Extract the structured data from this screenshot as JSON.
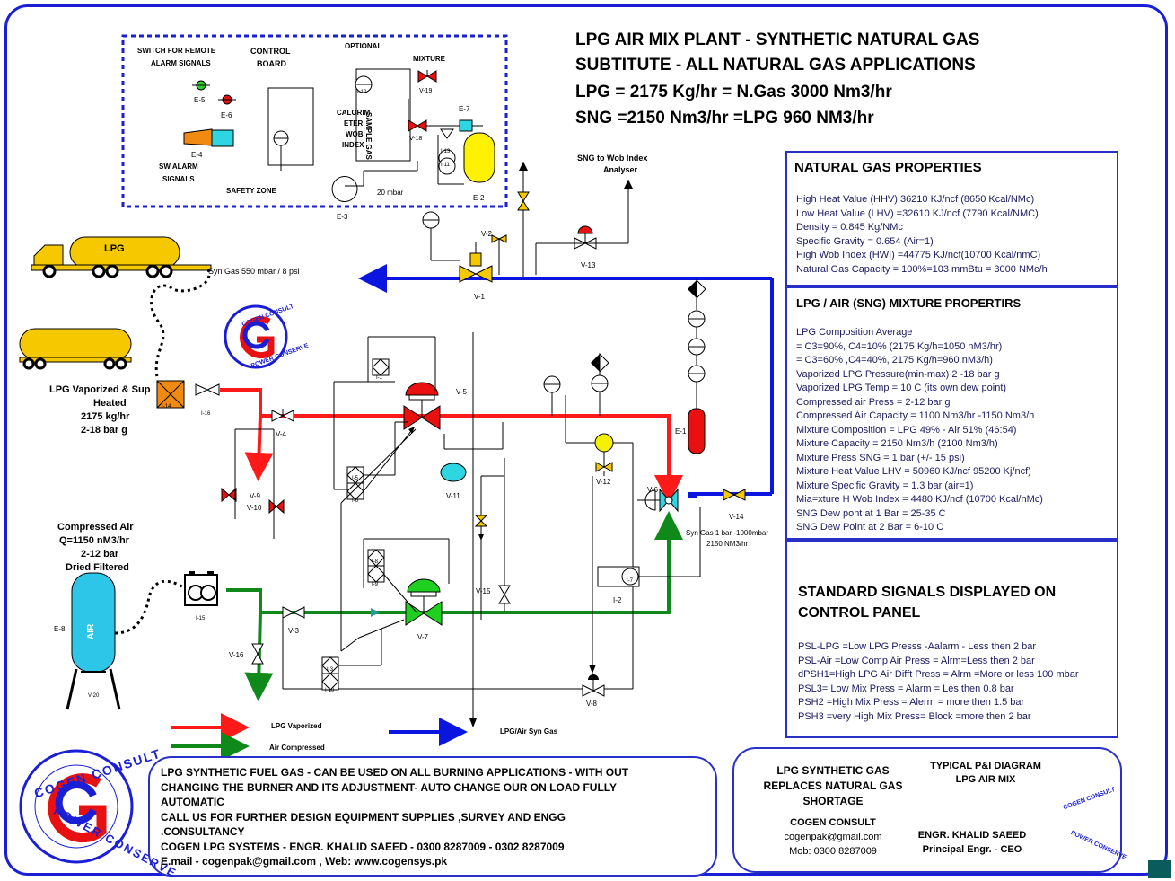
{
  "title": {
    "line1": "LPG AIR MIX PLANT - SYNTHETIC NATURAL GAS",
    "line2": "SUBTITUTE -  ALL NATURAL GAS APPLICATIONS",
    "line3": "LPG = 2175 Kg/hr =  N.Gas 3000 Nm3/hr",
    "line4": "SNG =2150 Nm3/hr =LPG 960 NM3/hr"
  },
  "control_area": {
    "switch_label_1": "SWITCH FOR REMOTE",
    "switch_label_2": "ALARM SIGNALS",
    "control_board_1": "CONTROL",
    "control_board_2": "BOARD",
    "optional": "OPTIONAL",
    "mixture": "MIXTURE",
    "calorimeter_1": "CALORIM",
    "calorimeter_2": "ETER",
    "calorimeter_3": "WOB",
    "calorimeter_4": "INDEX",
    "sample_gas": "SAMPLE GAS",
    "sw_alarm_1": "SW ALARM",
    "sw_alarm_2": "SIGNALS",
    "safety_zone": "SAFETY ZONE",
    "mbar": "20 mbar",
    "tags": [
      "E-5",
      "E-6",
      "E-4",
      "I-12",
      "V-19",
      "V-18",
      "E-7",
      "I-13",
      "I-11",
      "E-2",
      "E-3"
    ]
  },
  "natural_gas_properties": {
    "title": "NATURAL GAS PROPERTIES",
    "lines": [
      "High Heat Value (HHV) 36210 KJ/ncf (8650 Kcal/NMc)",
      "Low Heat Value (LHV) =32610 KJ/ncf (7790 Kcal/NMC)",
      "Density = 0.845 Kg/NMc",
      "Specific Gravity = 0.654 (Air=1)",
      "High Wob Index (HWI) =44775 KJ/ncf(10700 Kcal/nmC)",
      "Natural Gas Capacity = 100%=103 mmBtu = 3000 NMc/h"
    ]
  },
  "mixture_properties": {
    "title": "LPG  / AIR (SNG) MIXTURE  PROPERTIRS",
    "lines": [
      "LPG Composition Average",
      "= C3=90%, C4=10% (2175 Kg/h=1050 nM3/hr)",
      "= C3=60% ,C4=40%, 2175 Kg/h=960 nM3/h)",
      "Vaporized LPG Pressure(min-max)  2 -18 bar g",
      "Vaporized LPG Temp = 10 C (its own dew point)",
      "Compressed air Press = 2-12 bar g",
      "Compressed Air Capacity = 1100 Nm3/hr -1150 Nm3/h",
      "Mixture Composition = LPG 49% - Air 51% (46:54)",
      "Mixture Capacity = 2150 Nm3/h (2100 Nm3/h)",
      "Mixture Press SNG  = 1 bar (+/- 15 psi)",
      "Mixture Heat Value LHV = 50960 KJ/ncf 95200 Kj/ncf)",
      "Mixture Specific Gravity = 1.3 bar (air=1)",
      "Mia=xture H Wob Index = 4480 KJ/ncf (10700 Kcal/nMc)",
      "SNG Dew pont  at 1 Bar = 25-35  C",
      "SNG Dew Point at 2 Bar =  6-10  C"
    ]
  },
  "signals": {
    "title_1": "STANDARD  SIGNALS DISPLAYED ON",
    "title_2": "CONTROL PANEL",
    "lines": [
      "PSL-LPG =Low LPG Presss -Aalarm - Less then 2 bar",
      "PSL-Air  =Low Comp Air Press = Alrm=Less then 2 bar",
      "dPSH1=High LPG Air Difft Press = Alrm =More or less 100 mbar",
      "PSL3= Low Mix Press = Alarm = Les then 0.8 bar",
      "PSH2 =High Mix Press = Alerm = more then  1.5 bar",
      "PSH3 =very High Mix Press= Block =more then 2 bar"
    ]
  },
  "process": {
    "lpg_truck": "LPG",
    "syn_gas_label": "Syn Gas 550 mbar / 8 psi",
    "lpg_inlet_1": "LPG Vaporized & Sup",
    "lpg_inlet_2": "Heated",
    "lpg_inlet_3": "2175 kg/hr",
    "lpg_inlet_4": "2-18 bar g",
    "air_1": "Compressed Air",
    "air_2": "Q=1150 nM3/hr",
    "air_3": "2-12 bar",
    "air_4": "Dried Filtered",
    "air_tank": "AIR",
    "wob_1": "SNG to Wob Index",
    "wob_2": "Analyser",
    "syn_out_1": "Syn Gas 1 bar -1000mbar",
    "syn_out_2": "2150 NM3/hr",
    "tags": {
      "v1": "V-1",
      "v2": "V-2",
      "v3": "V-3",
      "v4": "V-4",
      "v5": "V-5",
      "v6": "V-6",
      "v7": "V-7",
      "v8": "V-8",
      "v9": "V-9",
      "v10": "V-10",
      "v11": "V-11",
      "v12": "V-12",
      "v13": "V-13",
      "v14": "V-14",
      "v15": "V-15",
      "v16": "V-16",
      "v20": "V-20",
      "e1": "E-1",
      "e8": "E-8",
      "i1": "I-1",
      "i2": "I-2",
      "i3": "I-3",
      "i5": "I-5",
      "i6": "I-6",
      "i7": "I-7",
      "i8": "I-8",
      "i9": "I-9",
      "i10": "I-10",
      "i14": "I-14",
      "i15": "I-15",
      "i16": "I-16"
    }
  },
  "legend": {
    "lpg": "LPG Vaporized",
    "air": "Air Compressed",
    "syn": "LPG/Air Syn Gas"
  },
  "footer": {
    "lines": [
      "LPG SYNTHETIC FUEL GAS - CAN BE USED ON ALL BURNING APPLICATIONS - WITH OUT",
      "CHANGING THE BURNER AND ITS ADJUSTMENT-   AUTO CHANGE OUR ON LOAD  FULLY",
      "AUTOMATIC",
      "CALL US FOR FURTHER DESIGN EQUIPMENT SUPPLIES ,SURVEY AND ENGG",
      ".CONSULTANCY",
      "COGEN LPG SYSTEMS - ENGR. KHALID SAEED  - 0300 8287009 - 0302 8287009",
      "E.mail - cogenpak@gmail.com  ,     Web:  www.cogensys.pk"
    ]
  },
  "contact": {
    "left_1": "LPG SYNTHETIC GAS",
    "left_2": "REPLACES NATURAL GAS",
    "left_3": "SHORTAGE",
    "company": "COGEN CONSULT",
    "email": "cogenpak@gmail.com",
    "mob": "Mob: 0300 8287009",
    "typ_1": "TYPICAL P&I DIAGRAM",
    "typ_2": "LPG AIR MIX",
    "engr": "ENGR. KHALID  SAEED",
    "role": "Principal Engr. - CEO"
  },
  "logo": {
    "top": "COGEN CONSULT",
    "bottom": "POWER CONSERVE"
  },
  "colors": {
    "frame": "#1a1fd6",
    "lpg_line": "#ff1a1a",
    "air_line": "#0f8a1a",
    "syn_line": "#0a16e0"
  }
}
